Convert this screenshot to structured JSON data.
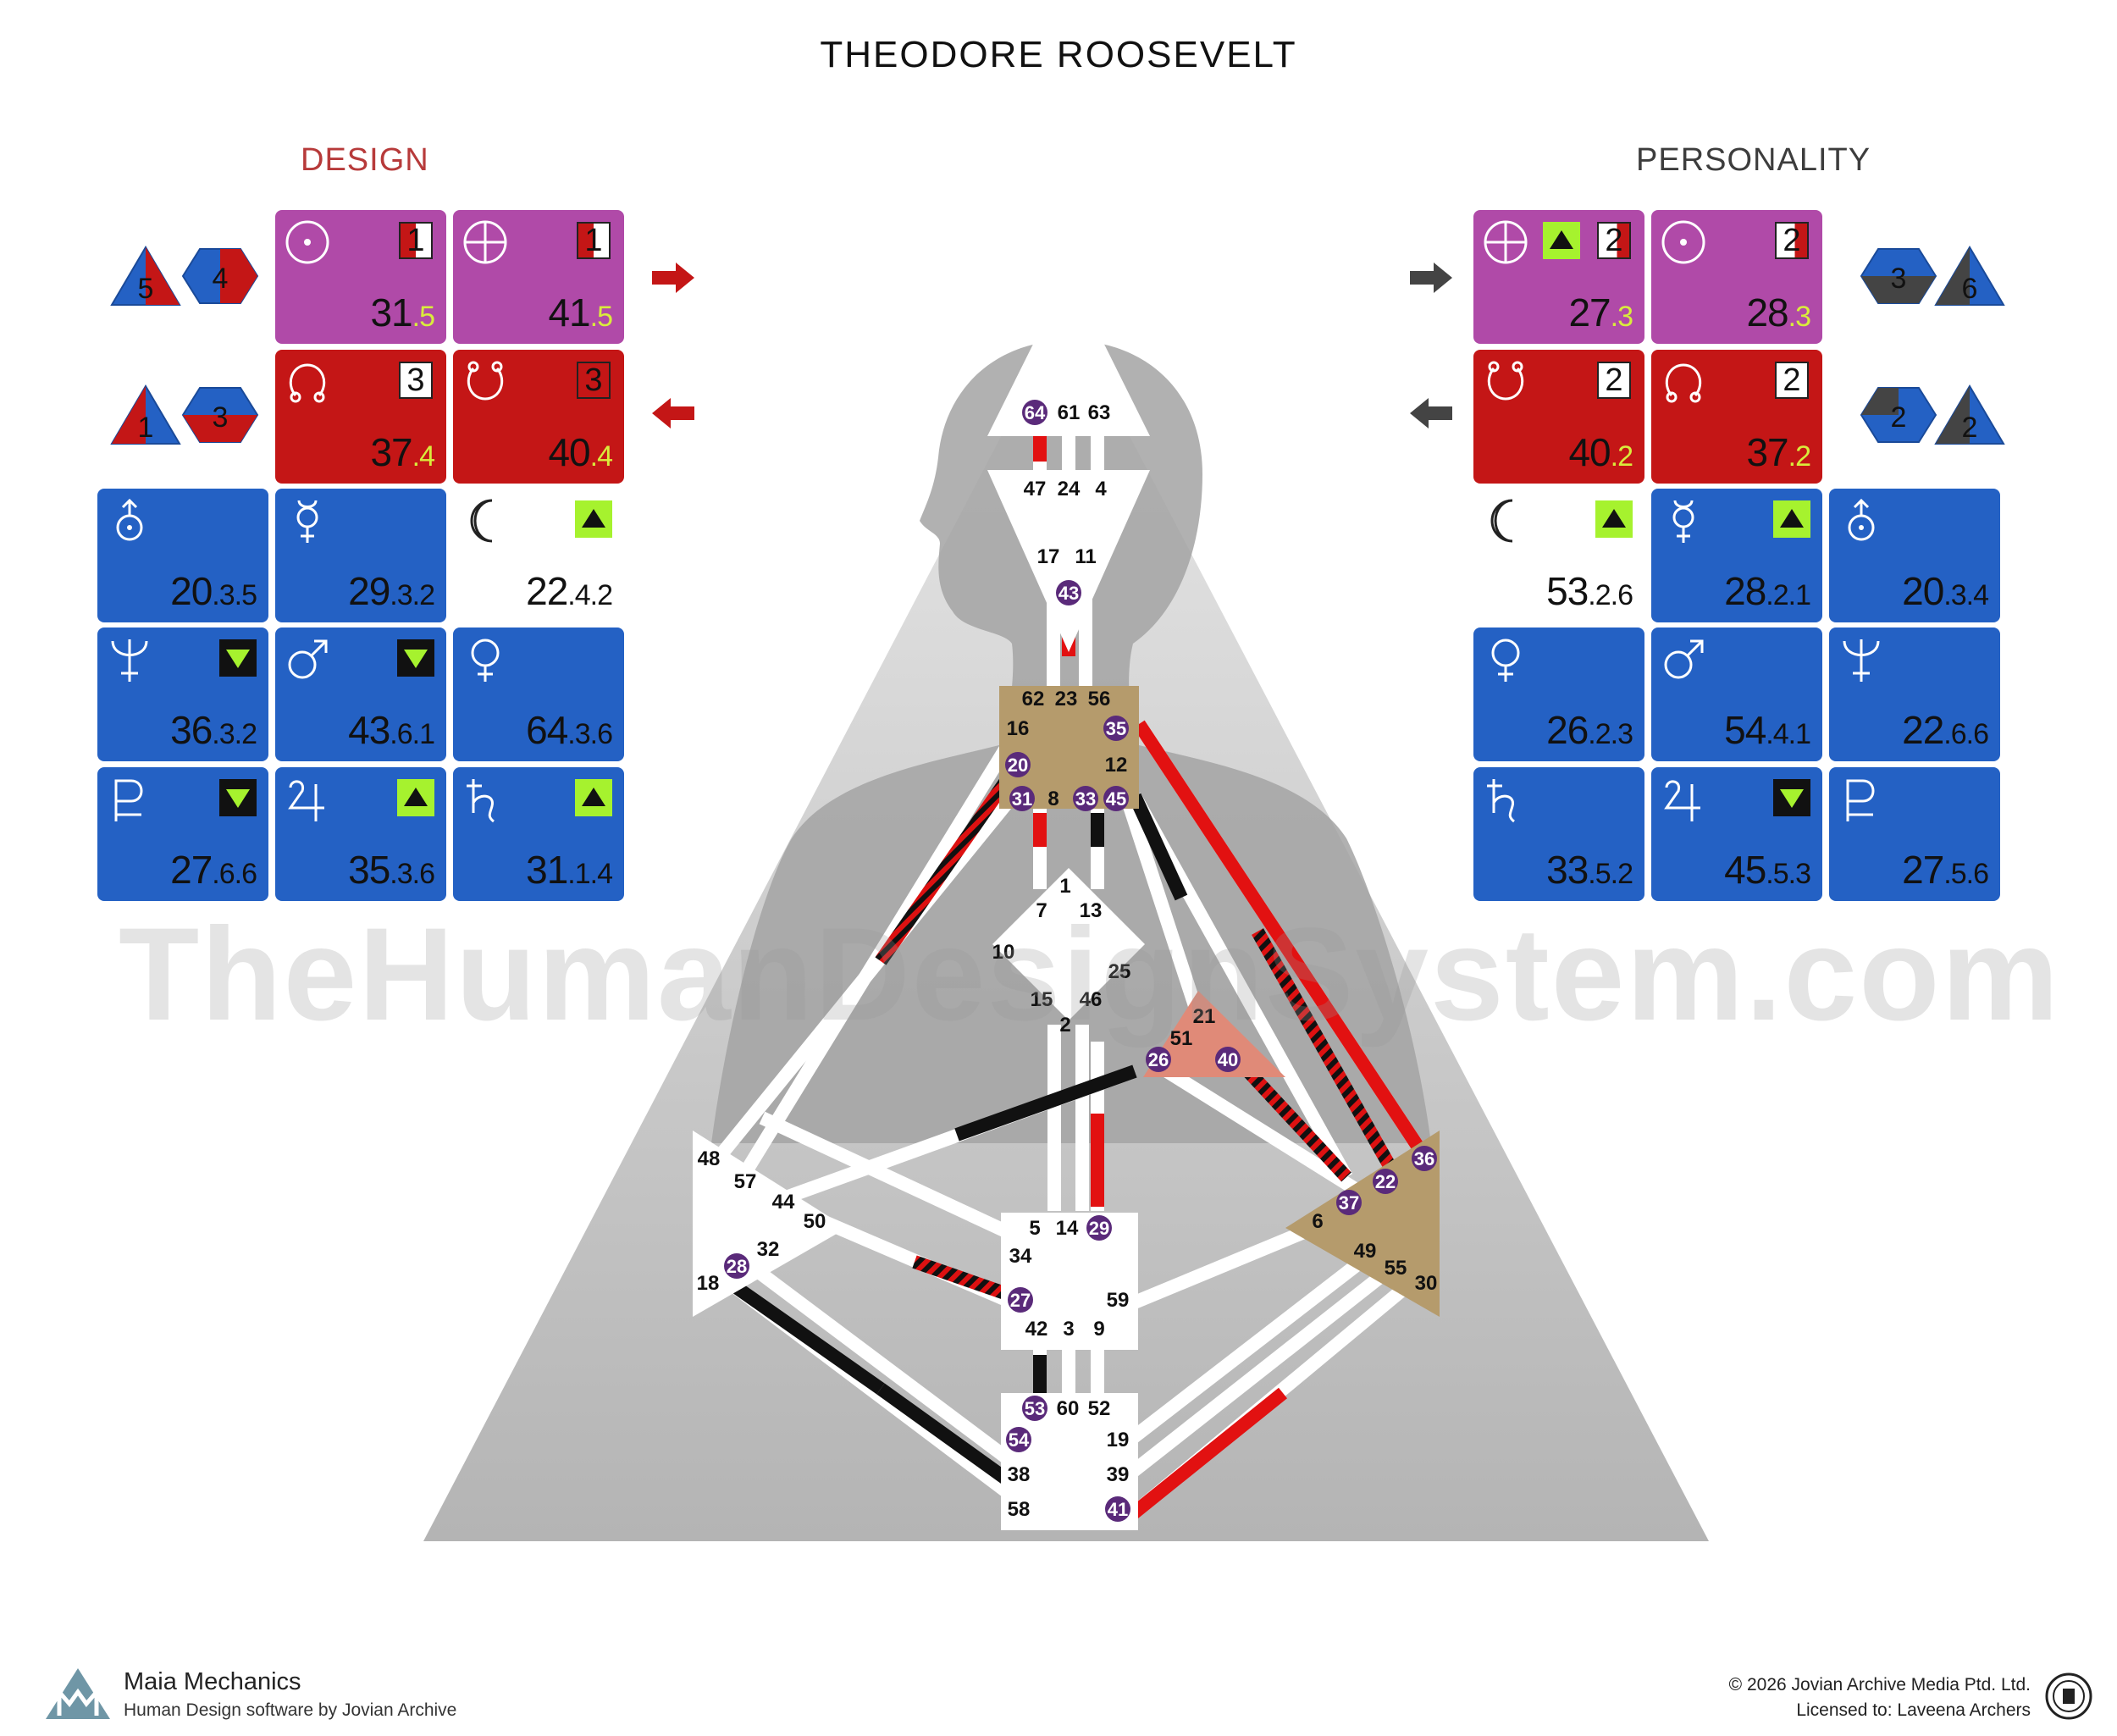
{
  "title": "THEODORE ROOSEVELT",
  "design_label": "DESIGN",
  "personality_label": "PERSONALITY",
  "watermark": "TheHumanDesignSystem.com",
  "footer": {
    "brand": "Maia Mechanics",
    "subtitle": "Human Design software by Jovian Archive",
    "copyright": "© 2026 Jovian Archive Media Ptd. Ltd.",
    "license": "Licensed to: Laveena Archers"
  },
  "colors": {
    "magenta": "#b04aa8",
    "red": "#c41616",
    "blue": "#2461c4",
    "design_red": "#b73a3a",
    "center_tan": "#b59b6c",
    "spleen_salmon": "#e08a78",
    "gate_purple": "#5a2a7a",
    "lime": "#a6f22e"
  },
  "design": {
    "sun": {
      "gate": "31",
      "line": ".5",
      "icon": "sun-icon",
      "box": "1"
    },
    "earth": {
      "gate": "41",
      "line": ".5",
      "icon": "earth-icon",
      "box": "1"
    },
    "north_node": {
      "gate": "37",
      "line": ".4",
      "icon": "north-node-icon",
      "box": "3"
    },
    "south_node": {
      "gate": "40",
      "line": ".4",
      "icon": "south-node-icon",
      "box": "3"
    },
    "uranus": {
      "gate": "20",
      "line": ".3.5"
    },
    "mercury": {
      "gate": "29",
      "line": ".3.2"
    },
    "moon": {
      "gate": "22",
      "line": ".4.2"
    },
    "neptune": {
      "gate": "36",
      "line": ".3.2"
    },
    "mars": {
      "gate": "43",
      "line": ".6.1"
    },
    "venus": {
      "gate": "64",
      "line": ".3.6"
    },
    "pluto": {
      "gate": "27",
      "line": ".6.6"
    },
    "jupiter": {
      "gate": "35",
      "line": ".3.6"
    },
    "saturn": {
      "gate": "31",
      "line": ".1.4"
    },
    "variables": {
      "top_left": "5",
      "top_right": "4",
      "bottom_left": "1",
      "bottom_right": "3"
    }
  },
  "personality": {
    "earth": {
      "gate": "27",
      "line": ".3",
      "box": "2"
    },
    "sun": {
      "gate": "28",
      "line": ".3",
      "box": "2"
    },
    "south_node": {
      "gate": "40",
      "line": ".2",
      "box": "2"
    },
    "north_node": {
      "gate": "37",
      "line": ".2",
      "box": "2"
    },
    "moon": {
      "gate": "53",
      "line": ".2.6"
    },
    "mercury": {
      "gate": "28",
      "line": ".2.1"
    },
    "uranus": {
      "gate": "20",
      "line": ".3.4"
    },
    "venus": {
      "gate": "26",
      "line": ".2.3"
    },
    "mars": {
      "gate": "54",
      "line": ".4.1"
    },
    "neptune": {
      "gate": "22",
      "line": ".6.6"
    },
    "saturn": {
      "gate": "33",
      "line": ".5.2"
    },
    "jupiter": {
      "gate": "45",
      "line": ".5.3"
    },
    "pluto": {
      "gate": "27",
      "line": ".5.6"
    },
    "variables": {
      "top_left": "3",
      "top_right": "6",
      "bottom_left": "2",
      "bottom_right": "2"
    }
  },
  "gates": {
    "head": [
      "64",
      "61",
      "63"
    ],
    "ajna": [
      "47",
      "24",
      "4",
      "17",
      "11",
      "43"
    ],
    "throat": [
      "62",
      "23",
      "56",
      "16",
      "35",
      "20",
      "12",
      "31",
      "8",
      "33",
      "45"
    ],
    "g": [
      "1",
      "7",
      "13",
      "10",
      "25",
      "15",
      "46",
      "2"
    ],
    "ego": [
      "21",
      "51",
      "26",
      "40"
    ],
    "spleen": [
      "48",
      "57",
      "44",
      "50",
      "32",
      "28",
      "18"
    ],
    "solar_plexus": [
      "36",
      "22",
      "37",
      "6",
      "49",
      "55",
      "30"
    ],
    "sacral": [
      "5",
      "14",
      "29",
      "34",
      "27",
      "59",
      "42",
      "3",
      "9"
    ],
    "root": [
      "53",
      "60",
      "52",
      "54",
      "19",
      "38",
      "39",
      "58",
      "41"
    ]
  },
  "active_gates": [
    "64",
    "43",
    "35",
    "20",
    "31",
    "33",
    "45",
    "26",
    "40",
    "36",
    "22",
    "37",
    "28",
    "29",
    "27",
    "53",
    "54",
    "41"
  ]
}
